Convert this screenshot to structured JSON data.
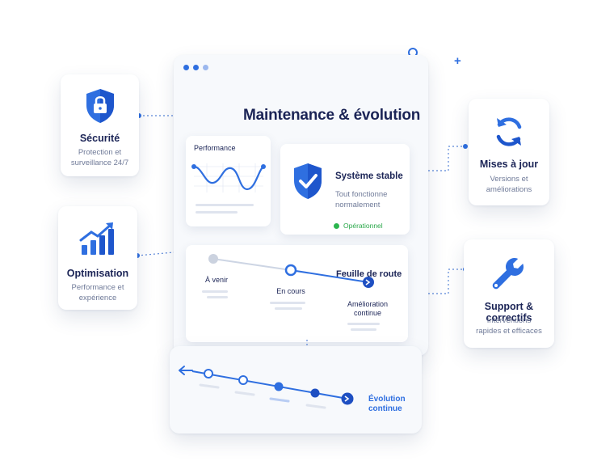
{
  "main": {
    "title": "Maintenance & évolution",
    "performance_label": "Performance",
    "status_card": {
      "title": "Système stable",
      "subtitle": "Tout fonctionne normalement",
      "status": "Opérationnel"
    },
    "roadmap": {
      "title": "Feuille de route",
      "steps": [
        "À venir",
        "En cours",
        "Amélioration continue"
      ]
    }
  },
  "bottom": {
    "label": "Évolution continue"
  },
  "cards": {
    "securite": {
      "title": "Sécurité",
      "subtitle": "Protection et surveillance 24/7"
    },
    "optimisation": {
      "title": "Optimisation",
      "subtitle": "Performance et expérience"
    },
    "mises_a_jour": {
      "title": "Mises à jour",
      "subtitle": "Versions et améliorations"
    },
    "support": {
      "title": "Support & correctifs",
      "subtitle": "Interventions rapides et efficaces"
    }
  },
  "colors": {
    "accent": "#2f6fe0",
    "accent_dark": "#1e4fc2",
    "text_dark": "#1b2456",
    "text_muted": "#6f7a98",
    "success": "#2bb54e"
  }
}
